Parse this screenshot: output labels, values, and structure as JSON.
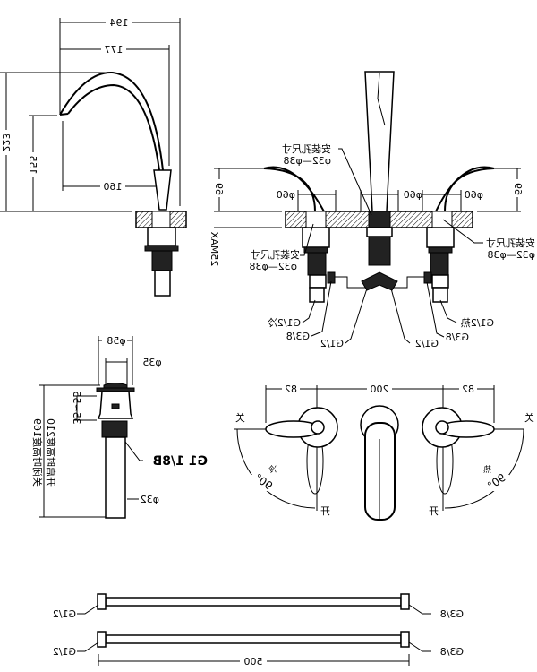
{
  "side_view": {
    "dim_total_width": "194",
    "dim_reach": "177",
    "dim_spout_offset": "160",
    "dim_total_height": "223",
    "dim_spout_height": "155"
  },
  "front_view": {
    "mount_hole_label": "安装孔尺寸",
    "mount_hole_size": "φ32—φ38",
    "dim_handle_height_left": "69",
    "dim_handle_height_right": "69",
    "dim_deck_max": "25MAX",
    "dim_dia_left": "φ60",
    "dim_dia_center": "φ60",
    "dim_dia_right": "φ60",
    "cold_inlet": "G1/2冷",
    "hot_inlet": "G1/2热",
    "left_outlet": "G3/8",
    "right_outlet": "G3/8",
    "center_left": "G1/2",
    "center_right": "G1/2"
  },
  "drain": {
    "dia_flange": "φ58",
    "dia_cap": "φ35",
    "thread_len": "35~55",
    "thread": "G1 1/8B",
    "dia_pipe": "φ32",
    "height_open": "开启时高度210",
    "height_closed": "关闭时高度169"
  },
  "top_view": {
    "dim_left": "82",
    "dim_center": "200",
    "dim_right": "82",
    "closed": "关",
    "open": "开",
    "cold": "冷",
    "hot": "热",
    "angle": "90°"
  },
  "hoses": {
    "end_a": "G1/2",
    "end_b": "G3/8",
    "length": "500"
  }
}
